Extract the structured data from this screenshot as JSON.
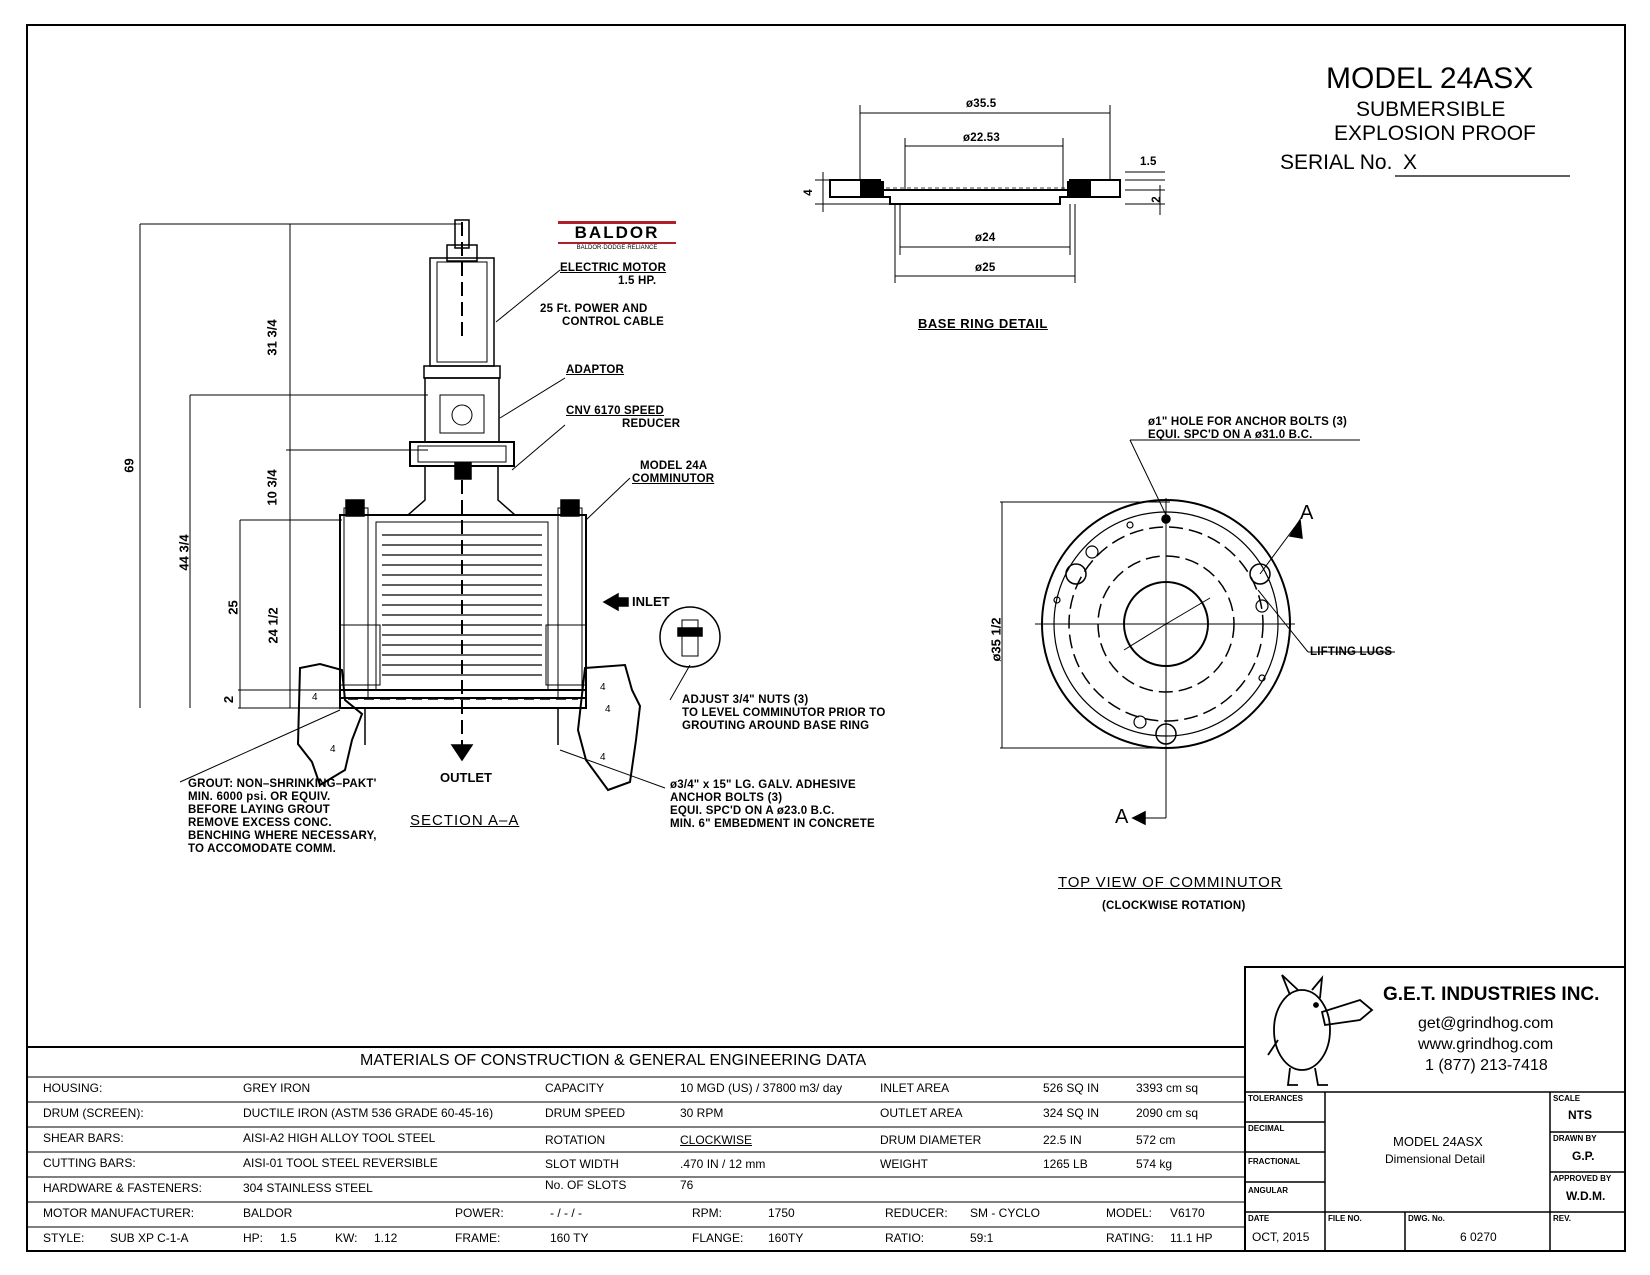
{
  "header": {
    "model": "MODEL 24ASX",
    "line1": "SUBMERSIBLE",
    "line2": "EXPLOSION PROOF",
    "serial_label": "SERIAL No.",
    "serial_value": "X"
  },
  "logo": {
    "brand": "BALDOR",
    "sub": "BALDOR·DODGE·RELIANCE"
  },
  "section_view": {
    "title": "SECTION A–A",
    "dims": [
      "69",
      "31 3/4",
      "10 3/4",
      "44 3/4",
      "25",
      "24 1/2",
      "2"
    ],
    "callouts": {
      "motor_l1": "ELECTRIC MOTOR",
      "motor_l2": "1.5 HP.",
      "cable_l1": "25 Ft. POWER AND",
      "cable_l2": "CONTROL CABLE",
      "adaptor": "ADAPTOR",
      "reducer_l1": "CNV 6170 SPEED",
      "reducer_l2": "REDUCER",
      "comm_l1": "MODEL 24A",
      "comm_l2": "COMMINUTOR",
      "inlet": "INLET",
      "outlet": "OUTLET",
      "adjust_l1": "ADJUST 3/4\" NUTS (3)",
      "adjust_l2": "TO LEVEL COMMINUTOR PRIOR TO",
      "adjust_l3": "GROUTING AROUND BASE RING",
      "anchor_l1": "ø3/4\" x 15\" LG. GALV. ADHESIVE",
      "anchor_l2": "ANCHOR BOLTS (3)",
      "anchor_l3": "EQUI. SPC'D ON A ø23.0 B.C.",
      "anchor_l4": "MIN. 6\" EMBEDMENT IN CONCRETE",
      "grout_l1": "GROUT: NON–SHRINKING–PAKT'",
      "grout_l2": "MIN. 6000 psi. OR EQUIV.",
      "grout_l3": "BEFORE LAYING GROUT",
      "grout_l4": "REMOVE EXCESS CONC.",
      "grout_l5": "BENCHING WHERE NECESSARY,",
      "grout_l6": "TO ACCOMODATE COMM."
    }
  },
  "base_ring": {
    "title": "BASE RING DETAIL",
    "d1": "ø35.5",
    "d2": "ø22.53",
    "d3": "ø24",
    "d4": "ø25",
    "t1": "1.5",
    "t2": "4",
    "t3": "2"
  },
  "top_view": {
    "title": "TOP VIEW OF COMMINUTOR",
    "subtitle": "(CLOCKWISE ROTATION)",
    "hole_l1": "ø1\" HOLE FOR ANCHOR BOLTS (3)",
    "hole_l2": "EQUI. SPC'D ON A ø31.0 B.C.",
    "lugs": "LIFTING LUGS",
    "dia": "ø35 1/2",
    "section_mark": "A"
  },
  "company": {
    "name": "G.E.T. INDUSTRIES INC.",
    "email": "get@grindhog.com",
    "web": "www.grindhog.com",
    "phone": "1 (877) 213-7418"
  },
  "title_block": {
    "tolerances": "TOLERANCES",
    "decimal": "DECIMAL",
    "fractional": "FRACTIONAL",
    "angular": "ANGULAR",
    "scale_label": "SCALE",
    "scale": "NTS",
    "drawn_label": "DRAWN BY",
    "drawn": "G.P.",
    "approved_label": "APPROVED BY",
    "approved": "W.D.M.",
    "desc1": "MODEL 24ASX",
    "desc2": "Dimensional Detail",
    "date_label": "DATE",
    "date": "OCT, 2015",
    "file_label": "FILE NO.",
    "dwg_label": "DWG. No.",
    "dwg": "6 0270",
    "rev_label": "REV."
  },
  "materials": {
    "title": "MATERIALS OF CONSTRUCTION & GENERAL  ENGINEERING  DATA",
    "rows": [
      [
        "HOUSING:",
        "GREY IRON",
        "CAPACITY",
        "10 MGD (US)  / 37800 m3/ day",
        "INLET  AREA",
        "526 SQ IN",
        "3393 cm sq"
      ],
      [
        "DRUM (SCREEN):",
        "DUCTILE IRON (ASTM 536 GRADE 60-45-16)",
        "DRUM  SPEED",
        "30 RPM",
        "OUTLET  AREA",
        "324 SQ IN",
        "2090 cm sq"
      ],
      [
        "SHEAR BARS:",
        "AISI-A2 HIGH ALLOY TOOL STEEL",
        "ROTATION",
        "CLOCKWISE",
        "DRUM  DIAMETER",
        "22.5 IN",
        "572 cm"
      ],
      [
        "CUTTING BARS:",
        "AISI-01 TOOL STEEL REVERSIBLE",
        "SLOT  WIDTH",
        ".470 IN / 12 mm",
        "WEIGHT",
        "1265 LB",
        "574 kg"
      ],
      [
        "HARDWARE & FASTENERS:",
        "304 STAINLESS STEEL",
        "No. OF SLOTS",
        "76",
        "",
        "",
        ""
      ]
    ],
    "motor_row": {
      "mfr_label": "MOTOR MANUFACTURER:",
      "mfr": "BALDOR",
      "power_label": "POWER:",
      "power": "- / - / -",
      "rpm_label": "RPM:",
      "rpm": "1750",
      "reducer_label": "REDUCER:",
      "reducer": "SM - CYCLO",
      "model_label": "MODEL:",
      "model": "V6170"
    },
    "style_row": {
      "style_label": "STYLE:",
      "style": "SUB XP C-1-A",
      "hp_label": "HP:",
      "hp": "1.5",
      "kw_label": "KW:",
      "kw": "1.12",
      "frame_label": "FRAME:",
      "frame": "160 TY",
      "flange_label": "FLANGE:",
      "flange": "160TY",
      "ratio_label": "RATIO:",
      "ratio": "59:1",
      "rating_label": "RATING:",
      "rating": "11.1 HP"
    }
  }
}
